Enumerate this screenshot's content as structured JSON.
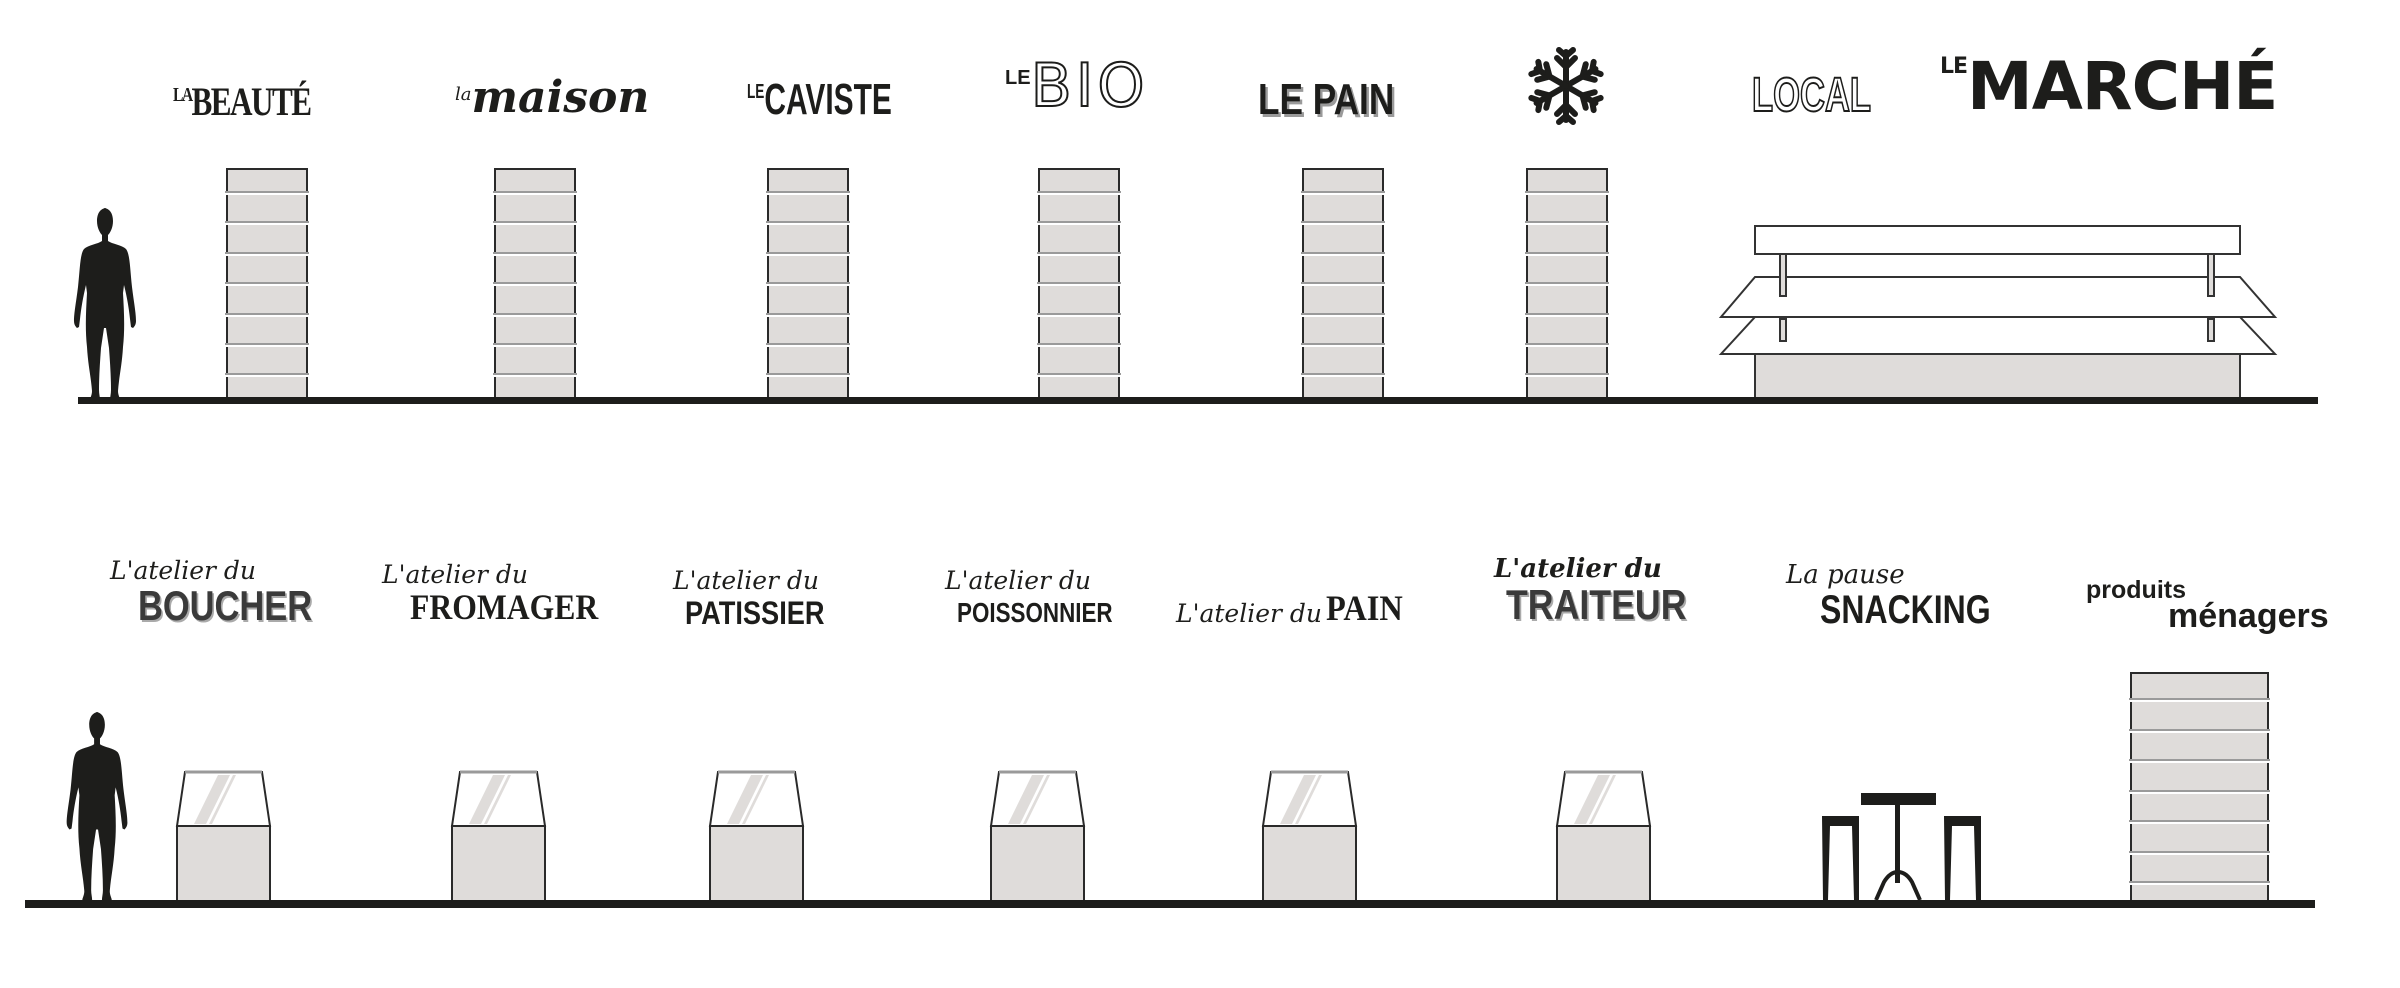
{
  "diagram": {
    "description": "Store department elevation: fixtures shown against a human silhouette for scale",
    "colors": {
      "ink": "#1d1d1b",
      "fixture_fill": "#dfdcda",
      "shelf_line": "#9a9a9a",
      "background": "#ffffff"
    },
    "top_row": {
      "scale_figure": "human-silhouette",
      "departments": [
        {
          "id": "beaute",
          "prefix": "LA",
          "name": "BEAUTÉ",
          "fixture": "tall-shelving"
        },
        {
          "id": "maison",
          "prefix": "la",
          "name": "maison",
          "fixture": "tall-shelving"
        },
        {
          "id": "caviste",
          "prefix": "LE",
          "name": "CAVISTE",
          "fixture": "tall-shelving"
        },
        {
          "id": "bio",
          "prefix": "LE",
          "name": "BIO",
          "fixture": "tall-shelving"
        },
        {
          "id": "pain",
          "prefix": "",
          "name": "LE PAIN",
          "fixture": "tall-shelving"
        },
        {
          "id": "surgele",
          "prefix": "",
          "name": "snowflake-icon",
          "fixture": "tall-shelving"
        },
        {
          "id": "local",
          "prefix": "",
          "name": "LOCAL",
          "fixture": "market-stall"
        },
        {
          "id": "marche",
          "prefix": "LE",
          "name": "MARCHÉ",
          "fixture": "market-stall"
        }
      ]
    },
    "bottom_row": {
      "scale_figure": "human-silhouette",
      "departments": [
        {
          "id": "boucher",
          "script": "L'atelier du",
          "name": "BOUCHER",
          "fixture": "display-counter"
        },
        {
          "id": "fromager",
          "script": "L'atelier du",
          "name": "FROMAGER",
          "fixture": "display-counter"
        },
        {
          "id": "patissier",
          "script": "L'atelier du",
          "name": "PATISSIER",
          "fixture": "display-counter"
        },
        {
          "id": "poissonnier",
          "script": "L'atelier du",
          "name": "POISSONNIER",
          "fixture": "display-counter"
        },
        {
          "id": "atelier-pain",
          "script": "L'atelier du",
          "name": "PAIN",
          "fixture": "display-counter"
        },
        {
          "id": "traiteur",
          "script": "L'atelier du",
          "name": "TRAITEUR",
          "fixture": "display-counter"
        },
        {
          "id": "snacking",
          "script": "La pause",
          "name": "SNACKING",
          "fixture": "bar-table-with-stools"
        },
        {
          "id": "menagers",
          "script": "produits",
          "name": "ménagers",
          "fixture": "tall-shelving"
        }
      ]
    }
  }
}
